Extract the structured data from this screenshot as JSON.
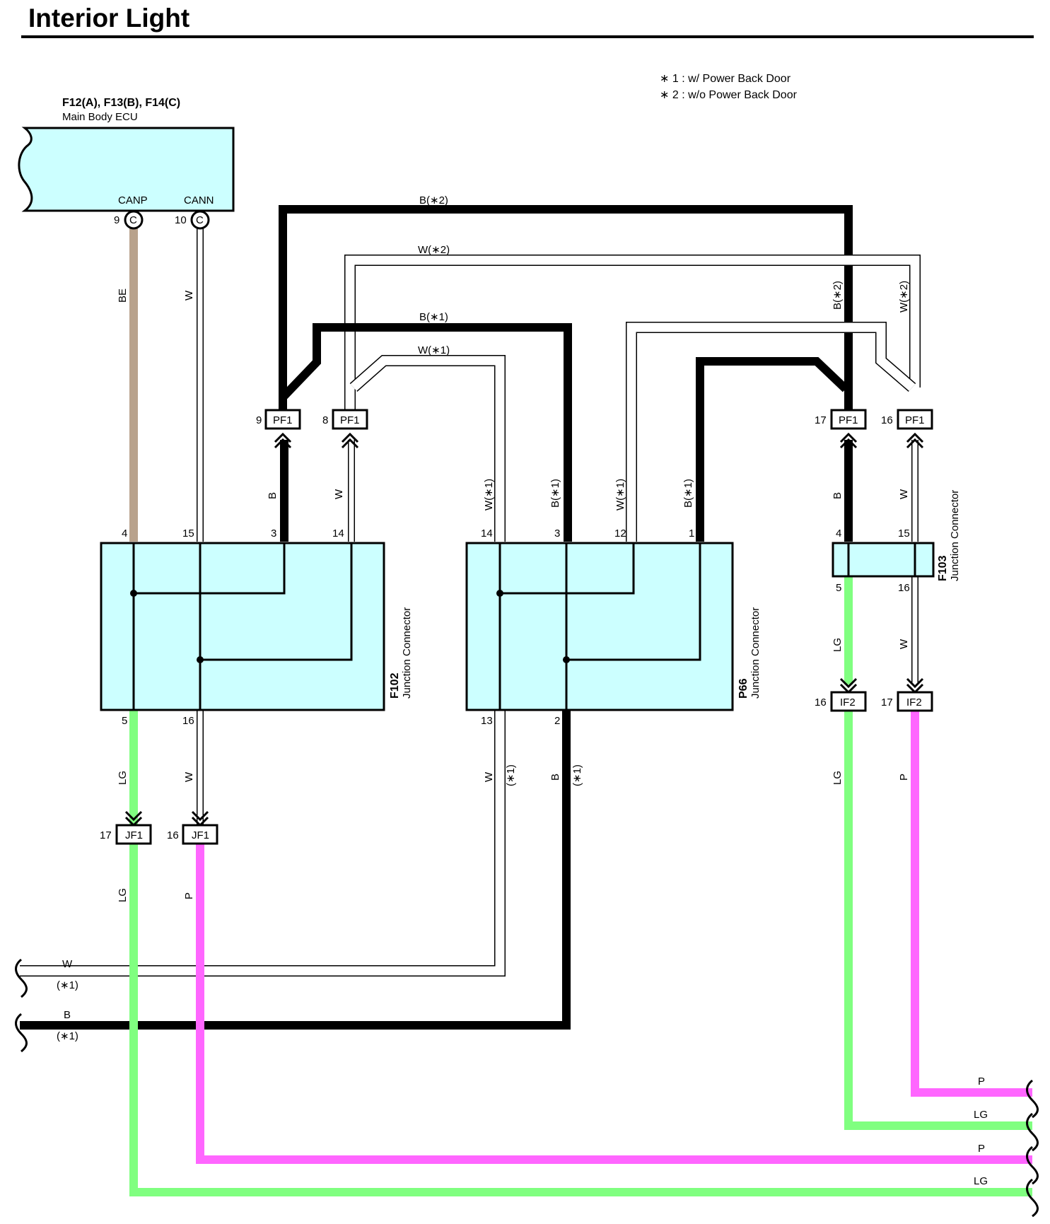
{
  "title": "Interior Light",
  "notes": [
    "∗ 1 : w/ Power Back Door",
    "∗ 2 : w/o Power Back Door"
  ],
  "colors": {
    "B": "#000000",
    "W": "#ffffff",
    "BE": "#b8a28c",
    "LG": "#80ff80",
    "P": "#ff66ff",
    "box_fill": "#ccffff",
    "outline": "#000000"
  },
  "ecu": {
    "codes": "F12(A), F13(B), F14(C)",
    "name": "Main Body ECU",
    "pins": [
      {
        "name": "CANP",
        "num": "9",
        "letter": "C"
      },
      {
        "name": "CANN",
        "num": "10",
        "letter": "C"
      }
    ]
  },
  "junctions": [
    {
      "code": "F102",
      "name": "Junction Connector",
      "pins_top": [
        "4",
        "15",
        "3",
        "14"
      ],
      "pins_bottom": [
        "5",
        "16"
      ]
    },
    {
      "code": "P66",
      "name": "Junction Connector",
      "pins_top": [
        "14",
        "3",
        "12",
        "1"
      ],
      "pins_bottom": [
        "13",
        "2"
      ]
    },
    {
      "code": "F103",
      "name": "Junction Connector",
      "pins_top": [
        "4",
        "15"
      ],
      "pins_bottom": [
        "5",
        "16"
      ]
    }
  ],
  "connectors": [
    {
      "id": "PF1",
      "pin": "9"
    },
    {
      "id": "PF1",
      "pin": "8"
    },
    {
      "id": "PF1",
      "pin": "17"
    },
    {
      "id": "PF1",
      "pin": "16"
    },
    {
      "id": "JF1",
      "pin": "17"
    },
    {
      "id": "JF1",
      "pin": "16"
    },
    {
      "id": "IF2",
      "pin": "16"
    },
    {
      "id": "IF2",
      "pin": "17"
    }
  ],
  "wire_labels": {
    "be": "BE",
    "w": "W",
    "b": "B",
    "lg": "LG",
    "p": "P",
    "b2": "B(∗2)",
    "w2": "W(∗2)",
    "b1": "B(∗1)",
    "w1": "W(∗1)",
    "s1": "(∗1)"
  }
}
